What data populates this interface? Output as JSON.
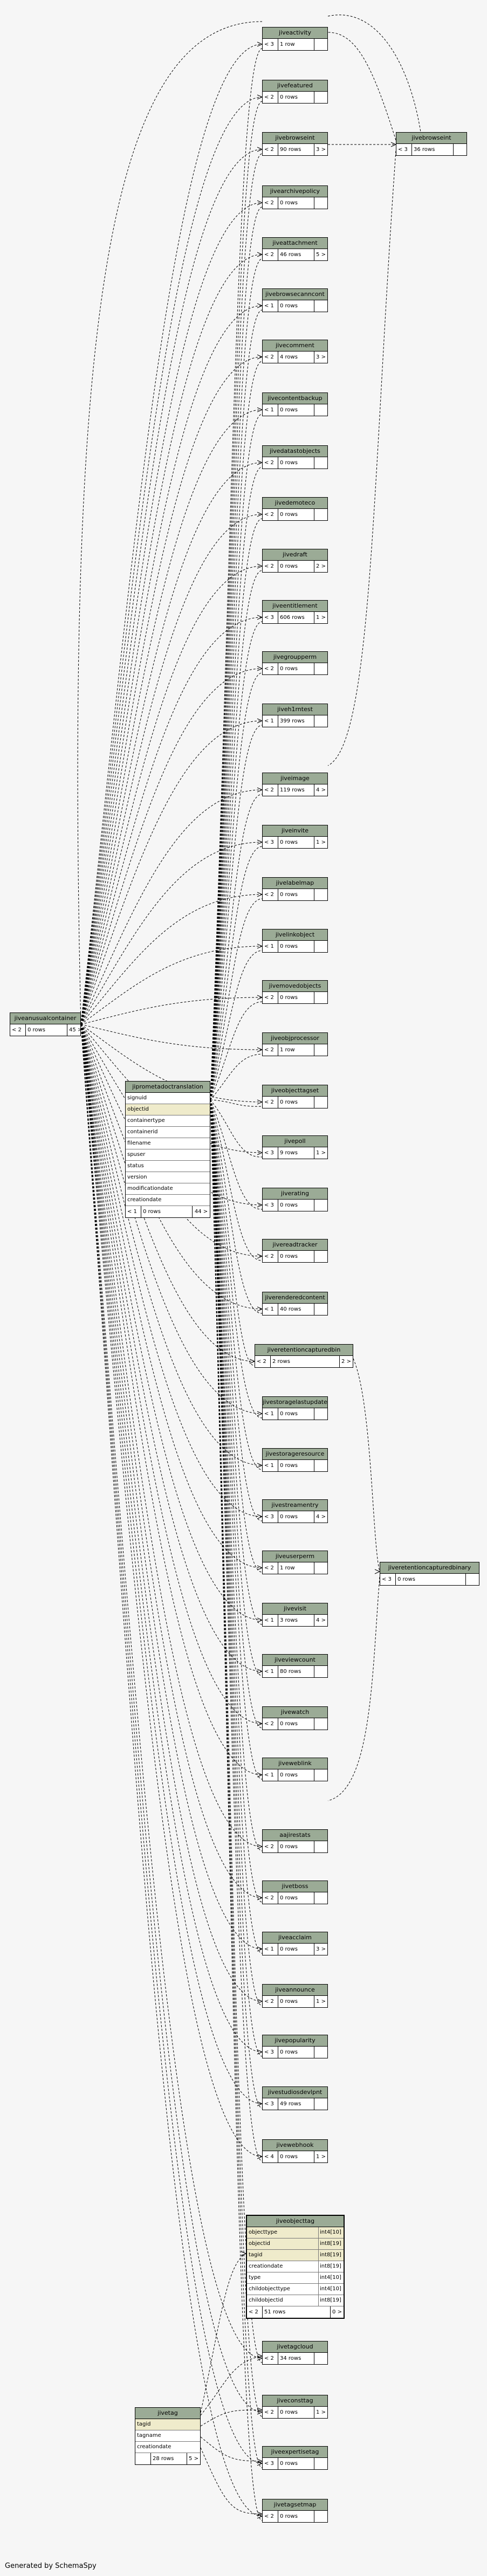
{
  "tables": [
    {
      "name": "jiveactivity",
      "parents": "< 3",
      "rows": "1 row",
      "children": ""
    },
    {
      "name": "jivefeatured",
      "parents": "< 2",
      "rows": "0 rows",
      "children": ""
    },
    {
      "name": "jivebrowseint",
      "parents": "< 2",
      "rows": "90 rows",
      "children": "3 >"
    },
    {
      "name": "jivearchivepolicy",
      "parents": "< 2",
      "rows": "0 rows",
      "children": ""
    },
    {
      "name": "jiveattachment",
      "parents": "< 2",
      "rows": "46 rows",
      "children": "5 >"
    },
    {
      "name": "jivebrowsecanncont",
      "parents": "< 1",
      "rows": "0 rows",
      "children": ""
    },
    {
      "name": "jivecomment",
      "parents": "< 2",
      "rows": "4 rows",
      "children": "3 >"
    },
    {
      "name": "jivecontentbackup",
      "parents": "< 1",
      "rows": "0 rows",
      "children": ""
    },
    {
      "name": "jivedatastobjects",
      "parents": "< 2",
      "rows": "0 rows",
      "children": ""
    },
    {
      "name": "jivedemoteco",
      "parents": "< 2",
      "rows": "0 rows",
      "children": ""
    },
    {
      "name": "jivedraft",
      "parents": "< 2",
      "rows": "0 rows",
      "children": "2 >"
    },
    {
      "name": "jiveentitlement",
      "parents": "< 3",
      "rows": "606 rows",
      "children": "1 >"
    },
    {
      "name": "jivegroupperm",
      "parents": "< 2",
      "rows": "0 rows",
      "children": ""
    },
    {
      "name": "jiveh1rntest",
      "parents": "< 1",
      "rows": "399 rows",
      "children": ""
    },
    {
      "name": "jiveimage",
      "parents": "< 2",
      "rows": "119 rows",
      "children": "4 >"
    },
    {
      "name": "jiveinvite",
      "parents": "< 3",
      "rows": "0 rows",
      "children": "1 >"
    },
    {
      "name": "jivelabelmap",
      "parents": "< 2",
      "rows": "0 rows",
      "children": ""
    },
    {
      "name": "jivelinkobject",
      "parents": "< 1",
      "rows": "0 rows",
      "children": ""
    },
    {
      "name": "jivemovedobjects",
      "parents": "< 2",
      "rows": "0 rows",
      "children": ""
    },
    {
      "name": "jiveobjprocessor",
      "parents": "< 2",
      "rows": "1 row",
      "children": ""
    },
    {
      "name": "jiveobjecttagset",
      "parents": "< 2",
      "rows": "0 rows",
      "children": ""
    },
    {
      "name": "jivepoll",
      "parents": "< 3",
      "rows": "9 rows",
      "children": "1 >"
    },
    {
      "name": "jiverating",
      "parents": "< 3",
      "rows": "0 rows",
      "children": ""
    },
    {
      "name": "jivereadtracker",
      "parents": "< 2",
      "rows": "0 rows",
      "children": ""
    },
    {
      "name": "jiverenderedcontent",
      "parents": "< 1",
      "rows": "40 rows",
      "children": ""
    },
    {
      "name": "jiveretentioncapturedbin",
      "parents": "< 2",
      "rows": "2 rows",
      "children": "2 >"
    },
    {
      "name": "jivestoragelastupdate",
      "parents": "< 1",
      "rows": "0 rows",
      "children": ""
    },
    {
      "name": "jivestorageresource",
      "parents": "< 1",
      "rows": "0 rows",
      "children": ""
    },
    {
      "name": "jivestreamentry",
      "parents": "< 3",
      "rows": "0 rows",
      "children": "4 >"
    },
    {
      "name": "jiveuserperm",
      "parents": "< 2",
      "rows": "1 row",
      "children": ""
    },
    {
      "name": "jivevisit",
      "parents": "< 1",
      "rows": "3 rows",
      "children": "4 >"
    },
    {
      "name": "jiveviewcount",
      "parents": "< 1",
      "rows": "80 rows",
      "children": ""
    },
    {
      "name": "jivewatch",
      "parents": "< 2",
      "rows": "0 rows",
      "children": ""
    },
    {
      "name": "jiveweblink",
      "parents": "< 1",
      "rows": "0 rows",
      "children": ""
    },
    {
      "name": "aajirestats",
      "parents": "< 2",
      "rows": "0 rows",
      "children": ""
    },
    {
      "name": "jivetboss",
      "parents": "< 2",
      "rows": "0 rows",
      "children": ""
    },
    {
      "name": "jiveacclaim",
      "parents": "< 1",
      "rows": "0 rows",
      "children": "3 >"
    },
    {
      "name": "jiveannounce",
      "parents": "< 2",
      "rows": "0 rows",
      "children": "1 >"
    },
    {
      "name": "jivepopularity",
      "parents": "< 3",
      "rows": "0 rows",
      "children": ""
    },
    {
      "name": "jivestudiosdevlpnt",
      "parents": "< 3",
      "rows": "49 rows",
      "children": ""
    },
    {
      "name": "jivewebhook",
      "parents": "< 4",
      "rows": "0 rows",
      "children": "1 >"
    },
    {
      "name": "jivetagcloud",
      "parents": "< 2",
      "rows": "34 rows",
      "children": ""
    },
    {
      "name": "jiveconsttag",
      "parents": "< 2",
      "rows": "0 rows",
      "children": "1 >"
    },
    {
      "name": "jiveexpertisetag",
      "parents": "< 3",
      "rows": "0 rows",
      "children": ""
    },
    {
      "name": "jivetagsetmap",
      "parents": "< 2",
      "rows": "0 rows",
      "children": ""
    },
    {
      "name": "jivebrowseint",
      "parents": "< 3",
      "rows": "36 rows",
      "children": ""
    },
    {
      "name": "jiveretentioncapturedbinary",
      "parents": "< 3",
      "rows": "0 rows",
      "children": ""
    },
    {
      "name": "jiveanusualcontainer",
      "parents": "< 2",
      "rows": "0 rows",
      "children": "45 >"
    }
  ],
  "translation_table": {
    "name": "jiprometadoctranslation",
    "columns": [
      "signuid",
      "objectid",
      "containertype",
      "containerid",
      "filename",
      "spuser",
      "status",
      "version",
      "modificationdate",
      "creationdate"
    ],
    "parents": "< 1",
    "rows": "0 rows",
    "children": "44 >"
  },
  "objecttag_table": {
    "name": "jiveobjecttag",
    "columns": [
      {
        "name": "objecttype",
        "type": "int4[10]"
      },
      {
        "name": "objectid",
        "type": "int8[19]"
      },
      {
        "name": "tagid",
        "type": "int8[19]"
      },
      {
        "name": "creationdate",
        "type": "int8[19]"
      },
      {
        "name": "type",
        "type": "int4[10]"
      },
      {
        "name": "childobjecttype",
        "type": "int4[10]"
      },
      {
        "name": "childobjectid",
        "type": "int8[19]"
      }
    ],
    "parents": "< 2",
    "rows": "51 rows",
    "children": "0 >"
  },
  "tag_table": {
    "name": "jivetag",
    "columns": [
      "tagid",
      "tagname",
      "creationdate"
    ],
    "parents": "",
    "rows": "28 rows",
    "children": "5 >"
  },
  "credit": "Generated by SchemaSpy",
  "colors": {
    "header": "#9bab96",
    "key_row": "#efebcb",
    "background": "#f6f6f6"
  }
}
